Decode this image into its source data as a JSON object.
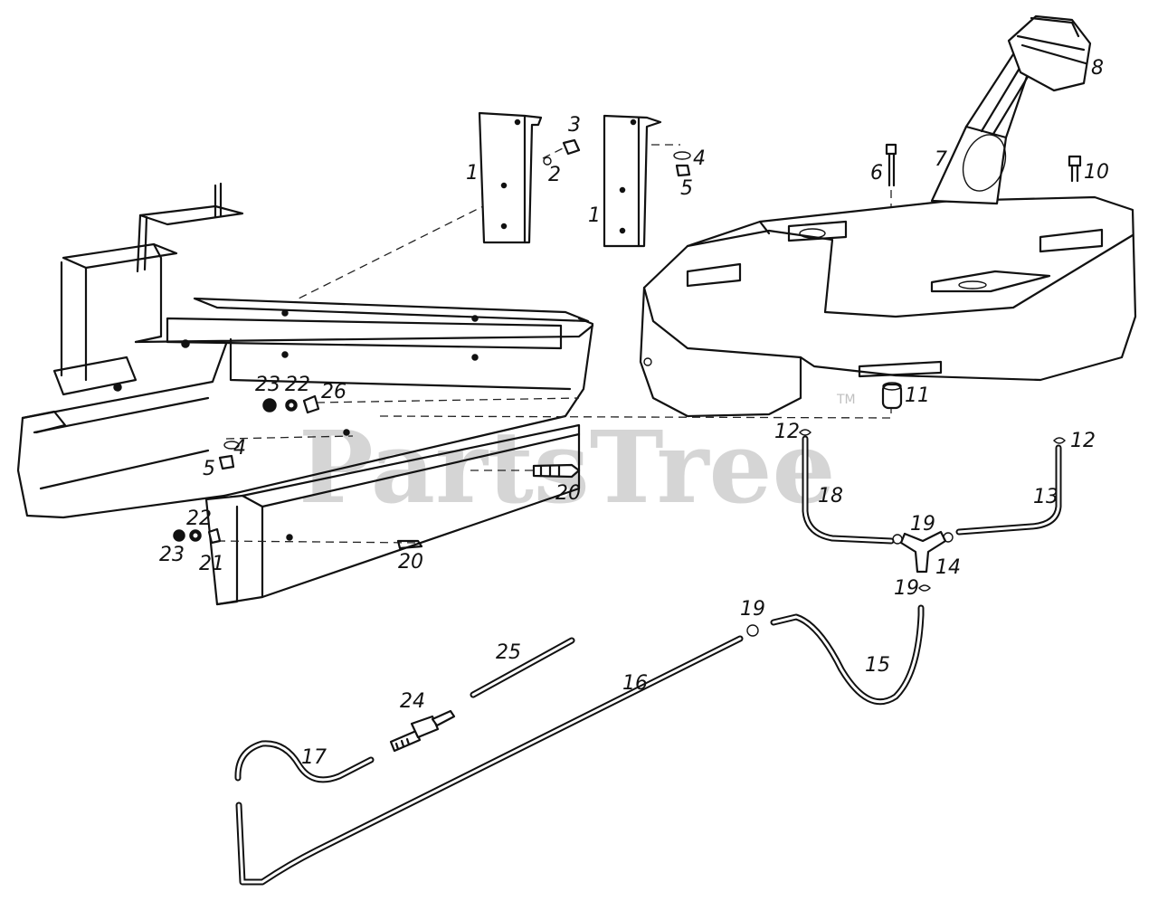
{
  "diagram": {
    "watermark": "PartsTree",
    "trademark": "TM",
    "callouts": {
      "c1a": "1",
      "c1b": "1",
      "c2": "2",
      "c3": "3",
      "c4a": "4",
      "c4b": "4",
      "c5a": "5",
      "c5b": "5",
      "c6": "6",
      "c7": "7",
      "c8": "8",
      "c10": "10",
      "c11": "11",
      "c12a": "12",
      "c12b": "12",
      "c13": "13",
      "c14": "14",
      "c15": "15",
      "c16": "16",
      "c17": "17",
      "c18": "18",
      "c19a": "19",
      "c19b": "19",
      "c19c": "19",
      "c20a": "20",
      "c20b": "20",
      "c21": "21",
      "c22a": "22",
      "c22b": "22",
      "c23a": "23",
      "c23b": "23",
      "c24": "24",
      "c25": "25",
      "c26": "26"
    }
  }
}
